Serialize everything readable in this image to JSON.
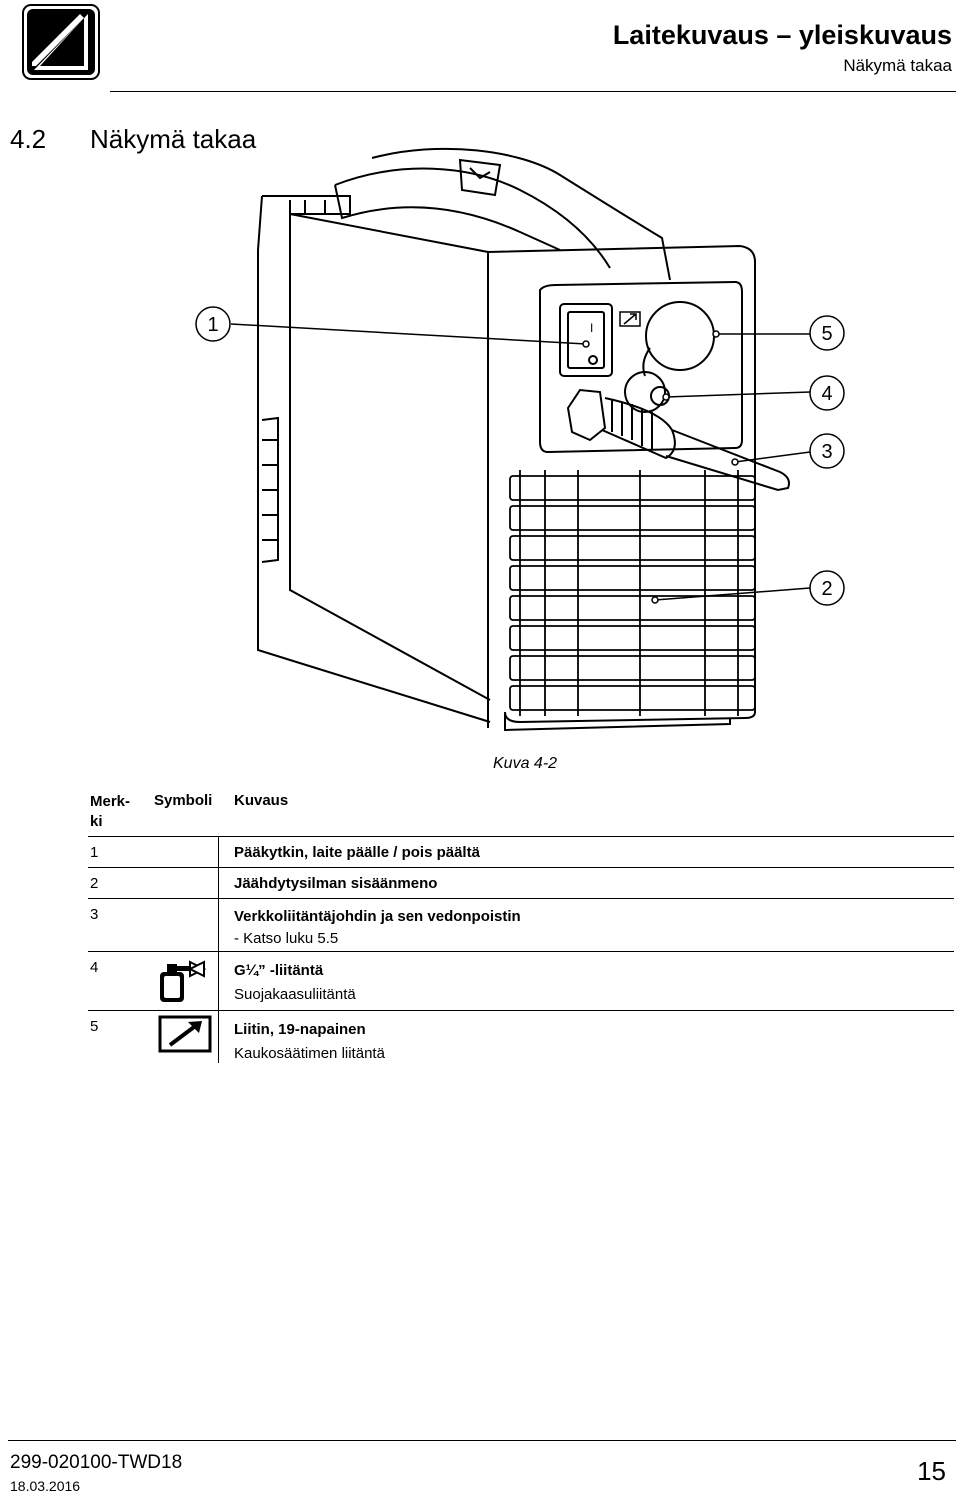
{
  "header": {
    "title": "Laitekuvaus – yleiskuvaus",
    "subtitle": "Näkymä takaa",
    "logo_icon": "brand-logo-icon"
  },
  "section": {
    "number": "4.2",
    "title": "Näkymä takaa"
  },
  "figure": {
    "callouts": [
      "1",
      "5",
      "4",
      "3",
      "2"
    ],
    "switch_marks": [
      "I",
      "O"
    ],
    "caption": "Kuva 4-2"
  },
  "table": {
    "headers": {
      "col1_line1": "Merk-",
      "col1_line2": "ki",
      "col2": "Symboli",
      "col3": "Kuvaus"
    },
    "rows": [
      {
        "mark": "1",
        "symbol": "",
        "line1": "Pääkytkin, laite päälle / pois päältä",
        "line2": ""
      },
      {
        "mark": "2",
        "symbol": "",
        "line1": "Jäähdytysilman sisäänmeno",
        "line2": ""
      },
      {
        "mark": "3",
        "symbol": "",
        "line1": "Verkkoliitäntäjohdin ja sen vedonpoistin",
        "line2": "- Katso luku 5.5"
      },
      {
        "mark": "4",
        "symbol": "gas-cylinder-icon",
        "line1": "G¼” -liitäntä",
        "line2": "Suojakaasuliitäntä"
      },
      {
        "mark": "5",
        "symbol": "remote-control-socket-icon",
        "line1": "Liitin, 19-napainen",
        "line2": "Kaukosäätimen liitäntä"
      }
    ]
  },
  "footer": {
    "doc_id": "299-020100-TWD18",
    "date": "18.03.2016",
    "page": "15"
  }
}
